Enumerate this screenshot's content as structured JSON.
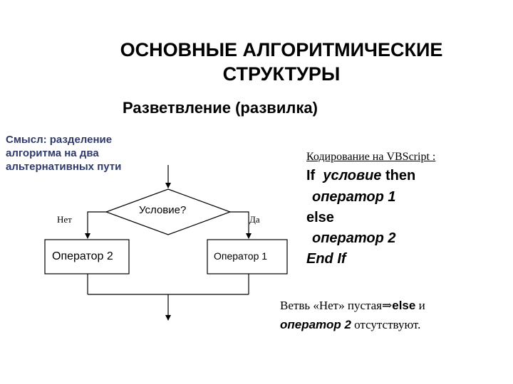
{
  "title": {
    "line1": "ОСНОВНЫЕ АЛГОРИТМИЧЕСКИЕ",
    "line2": "СТРУКТУРЫ"
  },
  "subtitle": "Разветвление (развилка)",
  "meaning": {
    "line1": "Смысл: разделение",
    "line2": "алгоритма на два",
    "line3": "альтернативных пути"
  },
  "flowchart": {
    "condition": "Условие?",
    "no_label": "Нет",
    "yes_label": "Да",
    "operator_2": "Оператор 2",
    "operator_1": "Оператор 1"
  },
  "code": {
    "caption": "Кодирование на VBScript :",
    "if_kw": "If",
    "condition": "условие",
    "then_kw": "then",
    "op1": "оператор 1",
    "else_kw": "else",
    "op2": "оператор 2",
    "endif_kw": "End If"
  },
  "note": {
    "part1": "Ветвь «Нет» пустая",
    "arrow": "⇒",
    "else_kw": "else",
    "and": " и",
    "op2": "оператор 2",
    "part2": " отсутствуют."
  },
  "colors": {
    "meaning_text": "#2f3a6b",
    "lines": "#000000"
  }
}
